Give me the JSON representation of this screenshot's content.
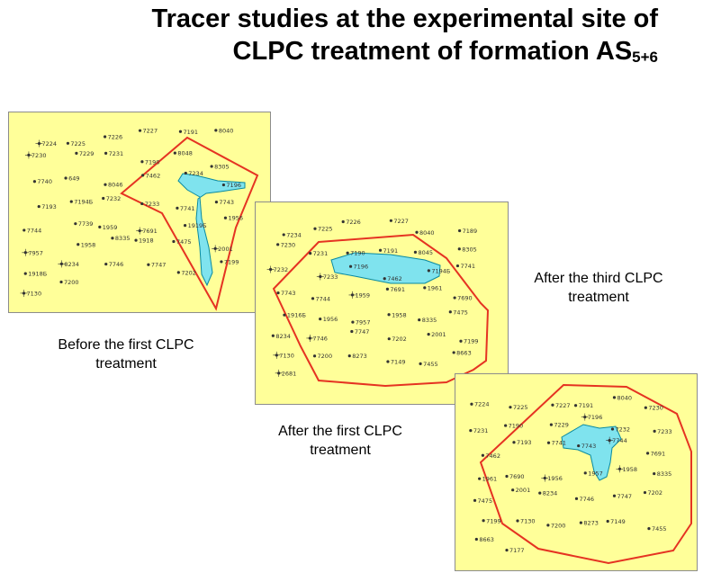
{
  "title": {
    "line1": "Tracer studies at the experimental site of",
    "line2_main": "CLPC treatment of formation AS",
    "line2_sub": "5+6"
  },
  "captions": {
    "before_first": "Before the first CLPC treatment",
    "after_first": "After the first CLPC treatment",
    "after_third": "After the third CLPC treatment"
  },
  "colors": {
    "map_background": "#ffff99",
    "boundary": "#e53322",
    "tracer_zone": "#7fe3ee",
    "well": "#333333"
  },
  "maps": {
    "before": {
      "wells": [
        "7224",
        "7225",
        "7226",
        "7227",
        "7191",
        "8040",
        "7230",
        "7229",
        "7231",
        "7190",
        "8048",
        "8305",
        "7740",
        "649",
        "8046",
        "7462",
        "7234",
        "7196",
        "7193",
        "7194Б",
        "7232",
        "7233",
        "7741",
        "7743",
        "7744",
        "7739",
        "1959",
        "7691",
        "1919Б",
        "1956",
        "7957",
        "1958",
        "8335",
        "1918",
        "7475",
        "2001",
        "1918Б",
        "8234",
        "7746",
        "7747",
        "7202",
        "7199",
        "7130",
        "7200"
      ]
    },
    "after_first": {
      "wells": [
        "7234",
        "7225",
        "7226",
        "7227",
        "8040",
        "7189",
        "7230",
        "7231",
        "7190",
        "7191",
        "8045",
        "8305",
        "7232",
        "7233",
        "7196",
        "7462",
        "7194Б",
        "7741",
        "7743",
        "7744",
        "1959",
        "7691",
        "1961",
        "7690",
        "1916Б",
        "1956",
        "7957",
        "1958",
        "8335",
        "7475",
        "8234",
        "7746",
        "7747",
        "7202",
        "2001",
        "7199",
        "7130",
        "7200",
        "8273",
        "7149",
        "7455",
        "8663",
        "2681"
      ]
    },
    "after_third": {
      "wells": [
        "7224",
        "7225",
        "7227",
        "7191",
        "8040",
        "7230",
        "7231",
        "7190",
        "7229",
        "7196",
        "7232",
        "7233",
        "7462",
        "7193",
        "7741",
        "7743",
        "7744",
        "7691",
        "1961",
        "7690",
        "1956",
        "1957",
        "1958",
        "8335",
        "7475",
        "2001",
        "8234",
        "7746",
        "7747",
        "7202",
        "7199",
        "7130",
        "7200",
        "8273",
        "7149",
        "7455",
        "8663",
        "7177"
      ]
    }
  }
}
